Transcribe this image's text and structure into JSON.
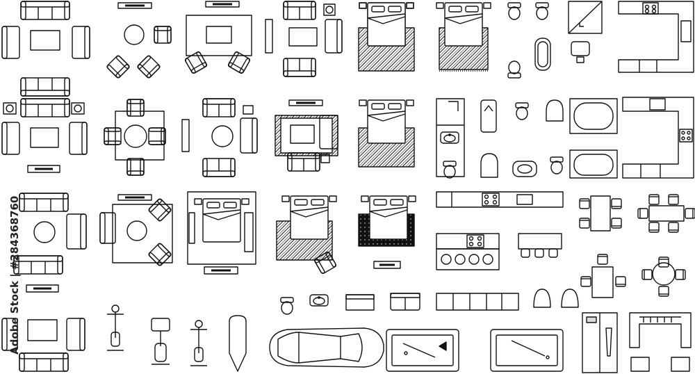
{
  "image": {
    "background": "#ffffff",
    "line_color": "#111111",
    "watermark_text": "Adobe Stock | #284368760",
    "description_palette": {
      "stroke": "#111111",
      "fill": "#ffffff",
      "dark": "#111111",
      "gray": "#d9d9d9"
    }
  },
  "icons": {
    "groups": [
      "living-room-sets",
      "dining-sets",
      "bedroom-sets",
      "bathroom-fixtures",
      "kitchen-layouts",
      "tables-and-chairs",
      "fitness-equipment",
      "vehicle",
      "billiard-tables",
      "wardrobes"
    ]
  }
}
